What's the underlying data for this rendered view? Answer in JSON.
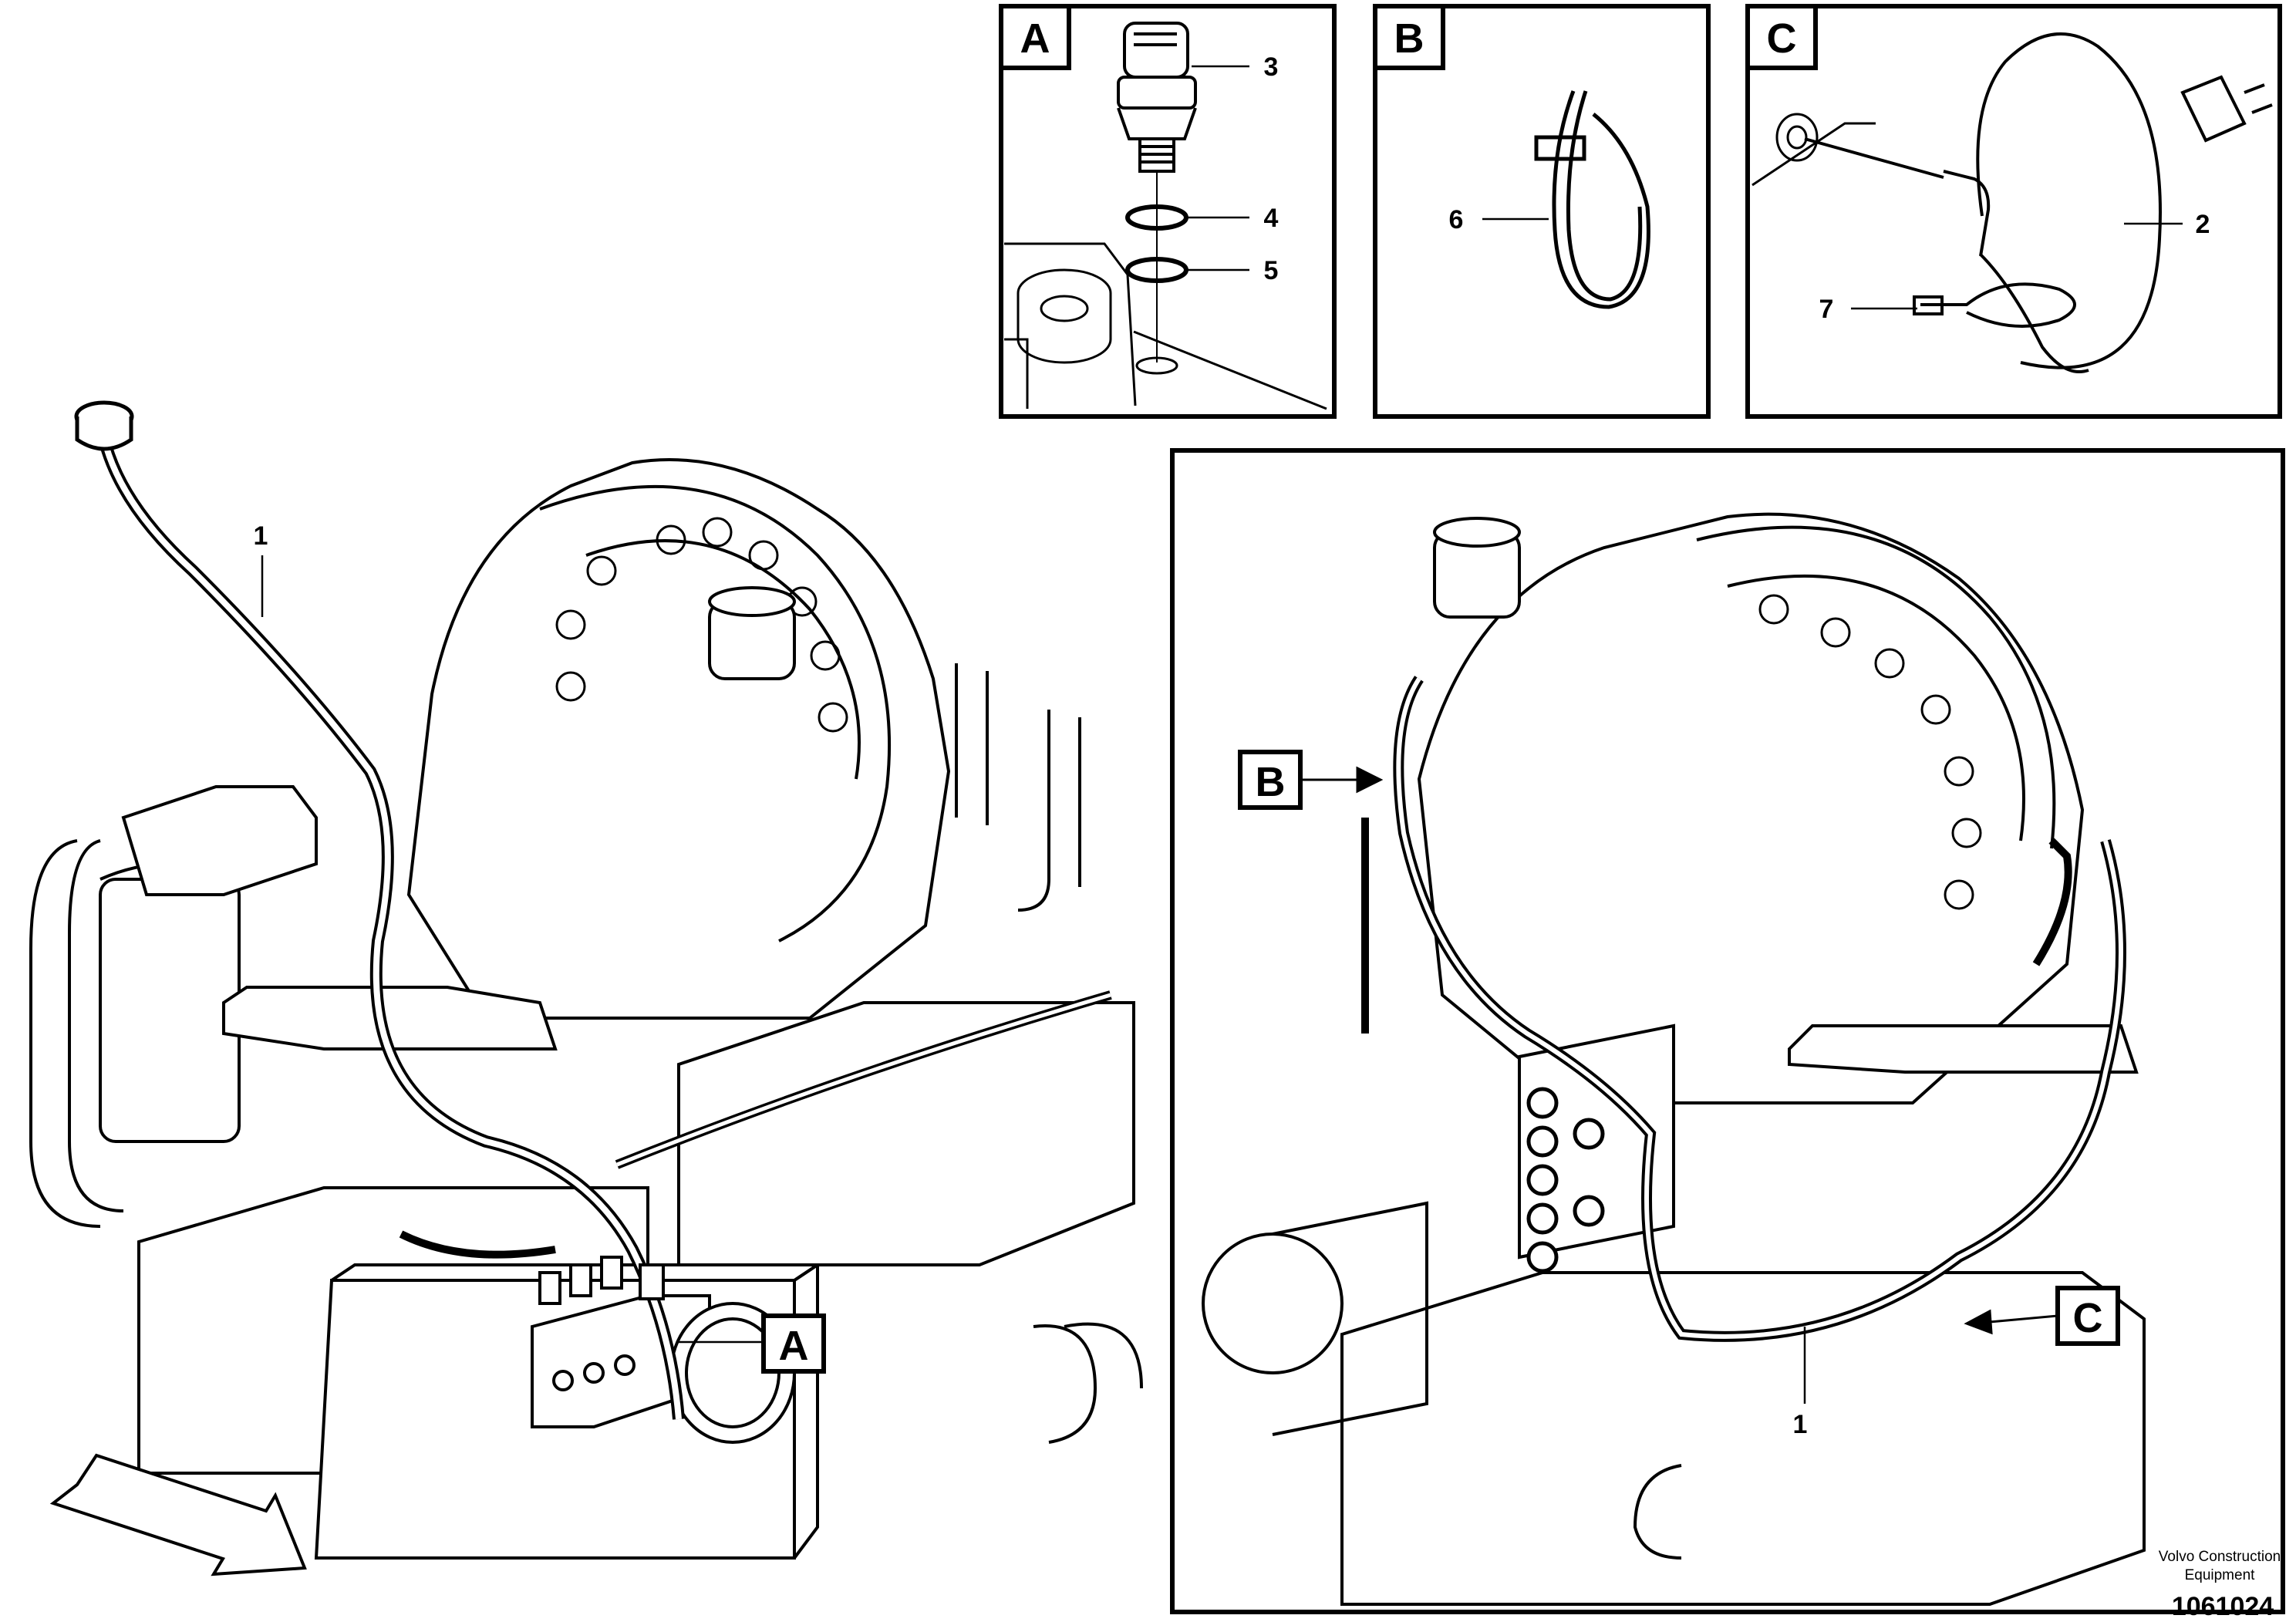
{
  "panels": {
    "A": {
      "letter": "A"
    },
    "B": {
      "letter": "B"
    },
    "C": {
      "letter": "C"
    }
  },
  "callouts": {
    "p1": "1",
    "p2": "2",
    "p3": "3",
    "p4": "4",
    "p5": "5",
    "p6": "6",
    "p7": "7"
  },
  "view_labels": {
    "left_A": "A",
    "right_B": "B",
    "right_C": "C"
  },
  "footer": {
    "brand_line1": "Volvo Construction",
    "brand_line2": "Equipment",
    "drawing_id": "1061024"
  }
}
